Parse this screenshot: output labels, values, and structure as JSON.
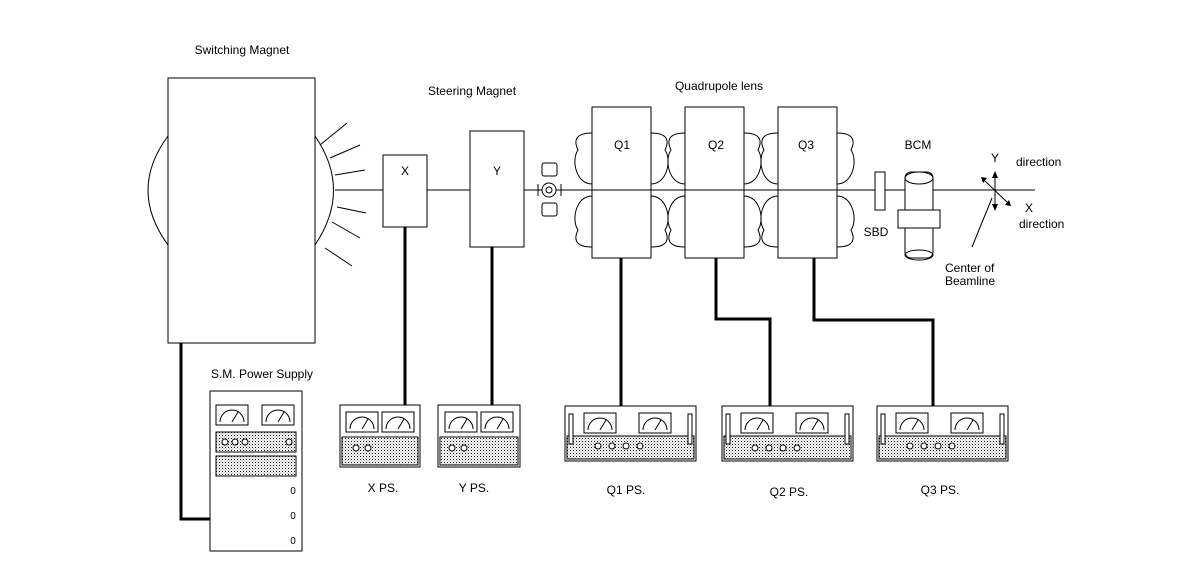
{
  "labels": {
    "switching_magnet": "Switching Magnet",
    "steering_magnet": "Steering Magnet",
    "quadrupole_lens": "Quadrupole lens",
    "x_magnet": "X",
    "y_magnet": "Y",
    "q1": "Q1",
    "q2": "Q2",
    "q3": "Q3",
    "bcm": "BCM",
    "sbd": "SBD",
    "y_axis": "Y",
    "y_direction": "direction",
    "x_axis": "X",
    "x_direction": "direction",
    "center_line1": "Center of",
    "center_line2": "Beamline",
    "sm_power_supply": "S.M. Power Supply",
    "x_ps": "X  PS.",
    "y_ps": "Y  PS.",
    "q1_ps": "Q1  PS.",
    "q2_ps": "Q2  PS.",
    "q3_ps": "Q3 PS.",
    "panel_zero": "0"
  }
}
